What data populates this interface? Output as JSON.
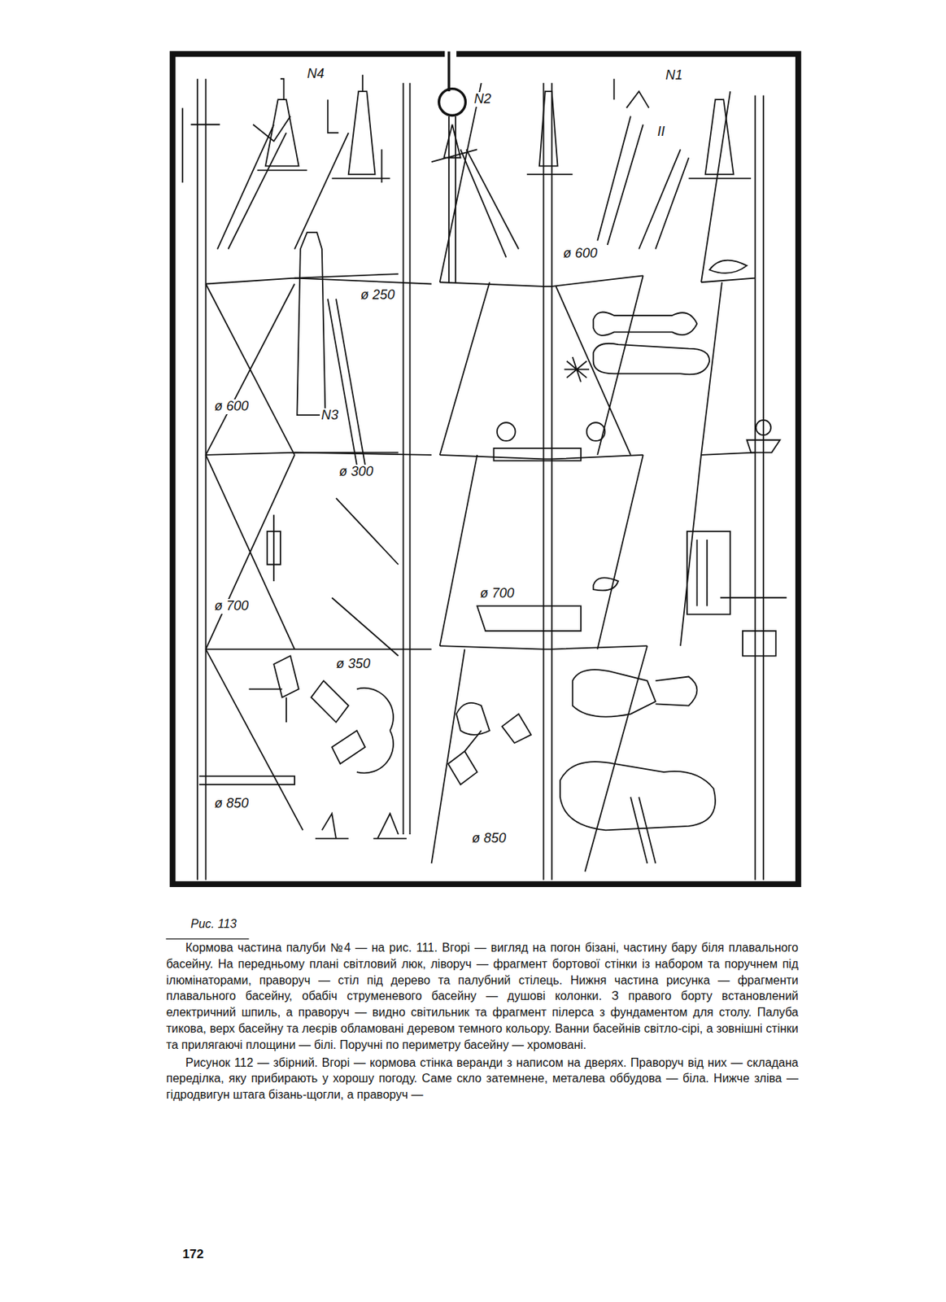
{
  "diagram": {
    "caption": "Рис. 113",
    "labels": [
      "N4",
      "N2",
      "N1",
      "II",
      "ø 600",
      "ø 250",
      "ø 600",
      "N3",
      "ø 300",
      "ø 700",
      "ø 700",
      "ø 350",
      "ø 850",
      "ø 850",
      "Кормова частина палуби №4 — на рис. 111. Вгорі — вигляд на погон бізані, частину бару біля плавального басейну. На передньому плані світловий люк, ліворуч — фрагмент бортової стінки із набором та поручнем під ілюмінаторами, праворуч — стіл під дерево та палубний стілець. Нижня частина рисунка — фрагменти плавального басейну, обабіч струменевого басейну — душові колонки. З правого борту встановлений електричний шпиль, а праворуч — видно світильник та фрагмент пілерса з фундаментом для столу. Палуба тикова, верх басейну та леєрів обламовані деревом темного кольору. Ванни басейнів світло-сірі, а зовнішні стінки та прилягаючі площини — білі. Поручні по периметру басейну — хромовані.",
      "Рисунок 112 — збірний. Вгорі — кормова стінка веранди з написом на дверях. Праворуч від них — складана переділка, яку прибирають у хорошу погоду. Саме скло затемнене, металева оббудова — біла. Нижче зліва — гідродвигун штага бізань-щогли, а праворуч —",
      "172"
    ]
  }
}
